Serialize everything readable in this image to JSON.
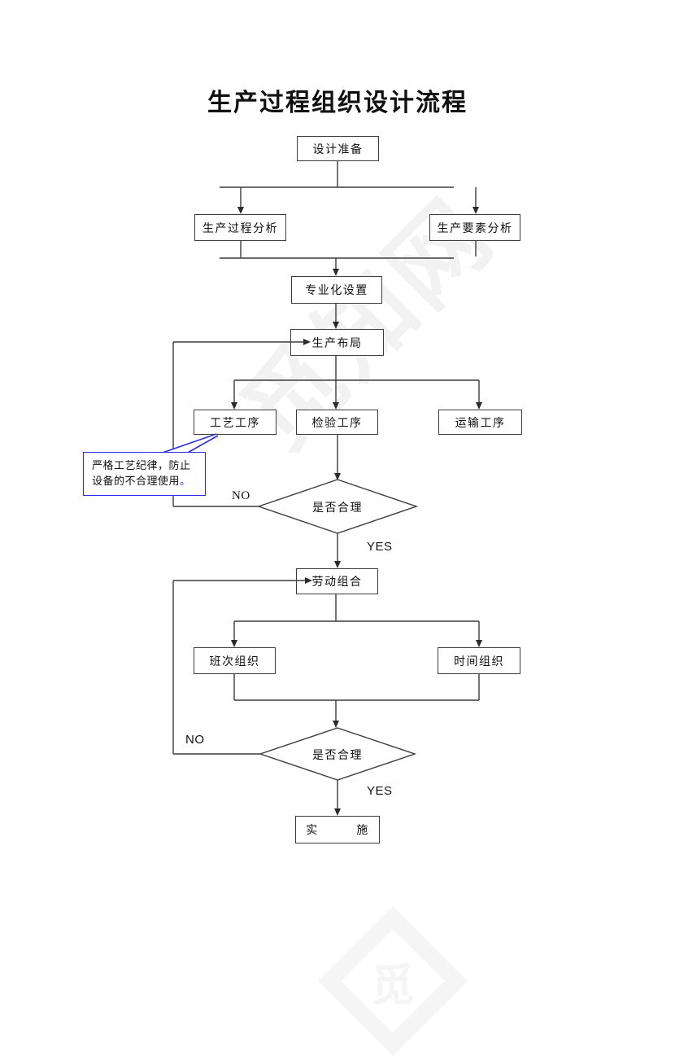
{
  "title": "生产过程组织设计流程",
  "nodes": {
    "design_prep": "设计准备",
    "process_analysis": "生产过程分析",
    "factor_analysis": "生产要素分析",
    "specialization": "专业化设置",
    "layout": "生产布局",
    "craft": "工艺工序",
    "inspection": "检验工序",
    "transport": "运输工序",
    "decision1": "是否合理",
    "labor": "劳动组合",
    "shift": "班次组织",
    "time_org": "时间组织",
    "decision2": "是否合理",
    "implement": "实　　　施"
  },
  "edge_labels": {
    "no1": "NO",
    "yes1": "YES",
    "no2": "NO",
    "yes2": "YES"
  },
  "callout": {
    "line1": "严格工艺纪律，防止",
    "line2": "设备的不合理使用",
    "period": "。"
  },
  "watermark": {
    "text": "觅知网",
    "glyph": "觅"
  },
  "colors": {
    "line": "#3c3c3c",
    "callout_blue": "#2a2aee",
    "watermark": "#f0f0f0"
  }
}
